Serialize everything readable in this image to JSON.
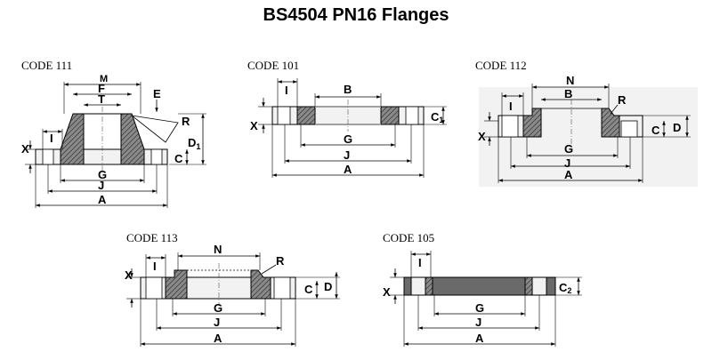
{
  "title": "BS4504 PN16 Flanges",
  "diagrams": {
    "code111": {
      "code_label": "CODE 111",
      "dims": {
        "M": "M",
        "F": "F",
        "T": "T",
        "E": "E",
        "R": "R",
        "D1_main": "D",
        "D1_sub": "1",
        "C": "C",
        "X": "X",
        "I": "I",
        "G": "G",
        "J": "J",
        "A": "A"
      }
    },
    "code101": {
      "code_label": "CODE 101",
      "dims": {
        "I": "I",
        "B": "B",
        "C1_main": "C",
        "C1_sub": "1",
        "X": "X",
        "G": "G",
        "J": "J",
        "A": "A"
      }
    },
    "code112": {
      "code_label": "CODE 112",
      "dims": {
        "N": "N",
        "B": "B",
        "R": "R",
        "I": "I",
        "C": "C",
        "D": "D",
        "X": "X",
        "G": "G",
        "J": "J",
        "A": "A"
      }
    },
    "code113": {
      "code_label": "CODE 113",
      "dims": {
        "N": "N",
        "R": "R",
        "X": "X",
        "I": "I",
        "C": "C",
        "D": "D",
        "G": "G",
        "J": "J",
        "A": "A"
      }
    },
    "code105": {
      "code_label": "CODE 105",
      "dims": {
        "I": "I",
        "X": "X",
        "C2_main": "C",
        "C2_sub": "2",
        "G": "G",
        "J": "J",
        "A": "A"
      }
    }
  }
}
